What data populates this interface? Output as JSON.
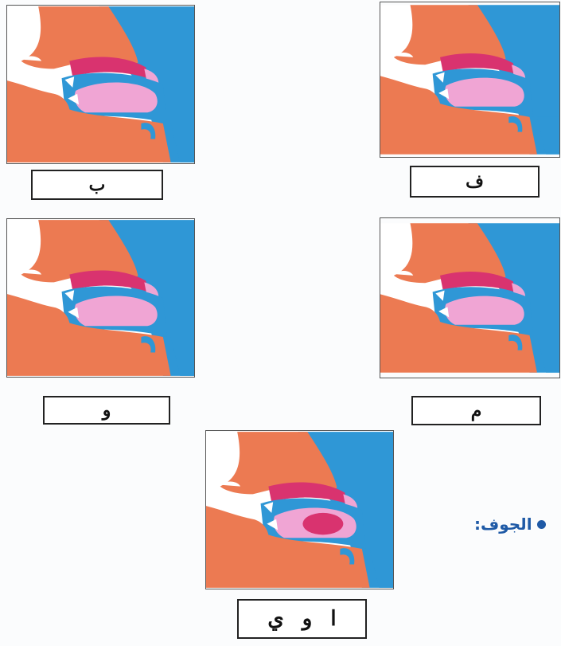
{
  "panels": [
    {
      "id": "ba",
      "label": "ب"
    },
    {
      "id": "fa",
      "label": "ف"
    },
    {
      "id": "waw",
      "label": "و"
    },
    {
      "id": "mim",
      "label": "م"
    },
    {
      "id": "jawf",
      "label": "ا و ي"
    }
  ],
  "side_label": "الجوف:",
  "colors": {
    "background_blue": "#2f97d6",
    "skin": "#ec7a52",
    "palate": "#d9336f",
    "tongue": "#f0a5d4",
    "teeth": "#ffffff"
  },
  "icons": [
    "head-cross-section-illustration",
    "bullet-dot-icon"
  ]
}
